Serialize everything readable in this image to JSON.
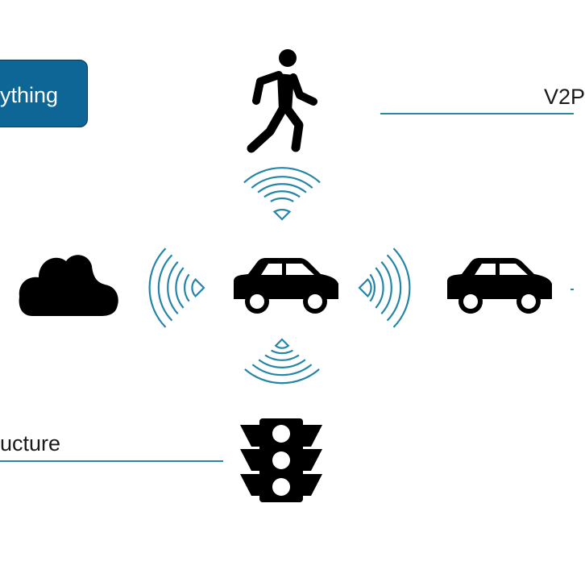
{
  "colors": {
    "accent": "#0e6696",
    "accent_border": "#0d3550",
    "underline": "#2a87a8",
    "signal": "#2385a8",
    "icon": "#000000",
    "background": "#ffffff"
  },
  "labels": {
    "title": "ything",
    "v2p": "V2P",
    "v2i": "ucture"
  },
  "icons": {
    "pedestrian": "walking-person-icon",
    "center_car": "car-icon",
    "right_car": "car-icon",
    "cloud": "cloud-icon",
    "traffic_light": "traffic-light-icon",
    "signals": [
      "wifi-signal-up-icon",
      "wifi-signal-down-icon",
      "wifi-signal-left-icon",
      "wifi-signal-right-icon"
    ]
  }
}
